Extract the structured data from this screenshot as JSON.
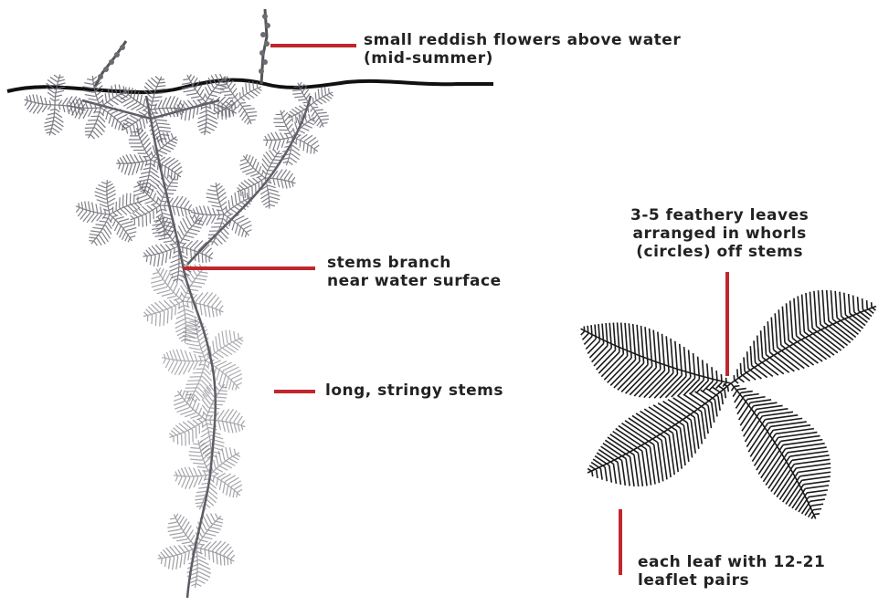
{
  "labels": {
    "flowers": [
      "small reddish flowers above water",
      "(mid-summer)"
    ],
    "branch": [
      "stems  branch",
      "near water surface"
    ],
    "stringy": [
      "long, stringy stems"
    ],
    "whorls": [
      "3-5 feathery leaves",
      "arranged in whorls",
      "(circles) off stems"
    ],
    "leaflets": [
      "each leaf with 12-21",
      "leaflet pairs"
    ]
  },
  "colors": {
    "pointer": "#c0272d",
    "plant": "#6b6b74",
    "water_line": "#111111",
    "text": "#222222"
  }
}
